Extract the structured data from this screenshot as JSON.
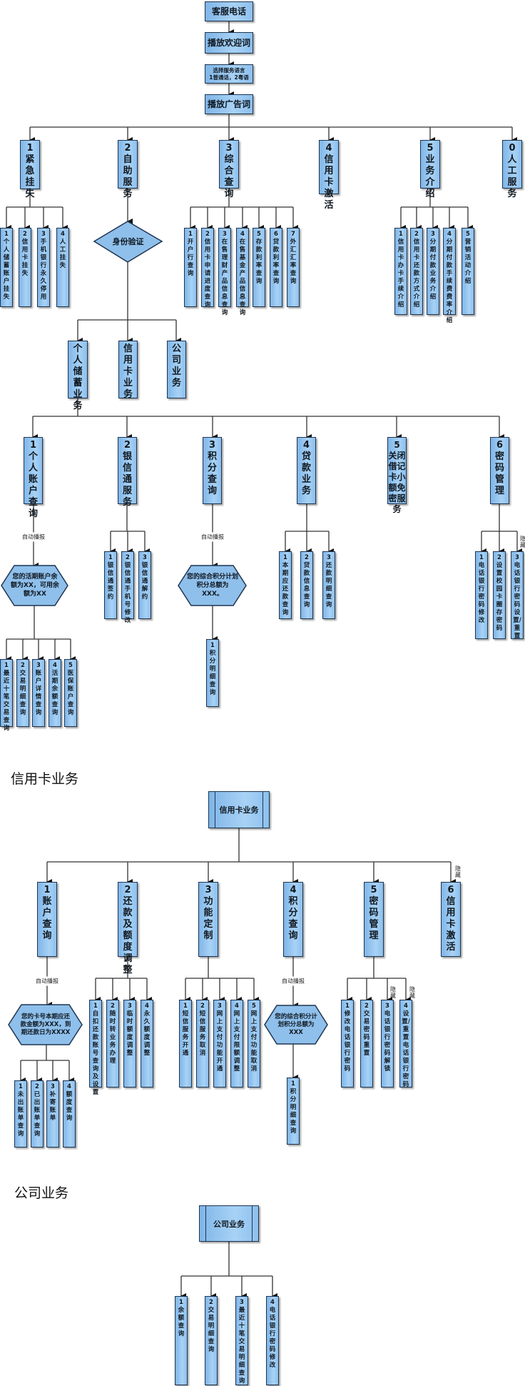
{
  "colors": {
    "box_fill": "#9ccaf2",
    "box_border": "#1f3550",
    "connector": "#222222"
  },
  "main": {
    "phone": "客服电话",
    "welcome": "播放欢迎词",
    "language": "选择服务语言\n1普通话，2粤语",
    "ad": "播放广告词",
    "menu": [
      "1\n紧急挂失",
      "2\n自助服务",
      "3\n综合查询",
      "4\n信用卡激活",
      "5\n业务介绍",
      "0\n人工服务"
    ],
    "loss": [
      "1\n个人储蓄账户挂失",
      "2\n信用卡挂失",
      "3\n手机银行永久停用",
      "4\n人工挂失"
    ],
    "inquiry": [
      "1\n开户行查询",
      "2\n信用卡申请进度查询",
      "3\n在售理财产品信息查询",
      "4\n在售基金产品信息查询",
      "5\n存款利率查询",
      "6\n贷款利率查询",
      "7\n外汇汇率查询"
    ],
    "intro": [
      "1\n信用卡办卡手续介绍",
      "2\n信用卡还款方式介绍",
      "3\n分期付款业务介绍",
      "4\n分期付款手续费费率介绍",
      "5\n营销活动介绍"
    ],
    "verify": "身份验证",
    "business": [
      "个人储蓄业务",
      "信用卡业务",
      "公司业务"
    ]
  },
  "savings": {
    "items": [
      "1\n个人账户查询",
      "2\n银信通服务",
      "3\n积分查询",
      "4\n贷款业务",
      "5\n关闭借记卡小额免密服务",
      "6\n密码管理"
    ],
    "auto_report": "自动播报",
    "balance_msg": "您的活期账户余额为XX，可用余额为XX",
    "account": [
      "1\n最近十笔交易查询",
      "2\n交易明细查询",
      "3\n账户详情查询",
      "4\n活期余额查询",
      "5\n医保账户查询"
    ],
    "yxt": [
      "1\n银信通签约",
      "2\n银信通手机号修改",
      "3\n银信通解约"
    ],
    "points_msg": "您的综合积分计划积分总额为XXX。",
    "points": [
      "1\n积分明细查询"
    ],
    "loan": [
      "1\n本期应还款查询",
      "2\n贷款信息查询",
      "3\n还款明细查询"
    ],
    "password": [
      "1\n电话银行密码修改",
      "2\n设置校园卡圈存密码",
      "3\n电话银行密码设置/重置"
    ],
    "hidden": "隐藏"
  },
  "credit": {
    "section_title": "信用卡业务",
    "root": "信用卡业务",
    "items": [
      "1\n账户查询",
      "2\n还款及额度调整",
      "3\n功能定制",
      "4\n积分查询",
      "5\n密码管理",
      "6\n信用卡激活"
    ],
    "hidden": "隐藏",
    "auto_report": "自动播报",
    "bill_msg": "您的卡号本期应还款金额为XXX，到期还款日为XXXX",
    "account": [
      "1\n未出账单查询",
      "2\n已出账单查询",
      "3\n补寄账单",
      "4\n额度查询"
    ],
    "repay": [
      "1\n自扣还款账号查询及设置",
      "2\n随时转业务办理",
      "3\n临时额度调整",
      "4\n永久额度调整"
    ],
    "custom": [
      "1\n短信服务开通",
      "2\n短信服务取消",
      "3\n网上支付功能开通",
      "4\n网上支付限额调整",
      "5\n网上支付功能取消"
    ],
    "points_msg": "您的综合积分计划积分总额为XXX",
    "points": [
      "1\n积分明细查询"
    ],
    "password": [
      "1\n修改电话银行密码",
      "2\n交易密码重置",
      "3\n电话银行密码解锁",
      "4\n设置/重置电话银行密码"
    ]
  },
  "company": {
    "section_title": "公司业务",
    "root": "公司业务",
    "items": [
      "1\n余额查询",
      "2\n交易明细查询",
      "3\n最近十笔交易明细查询",
      "4\n电话银行密码修改"
    ]
  }
}
